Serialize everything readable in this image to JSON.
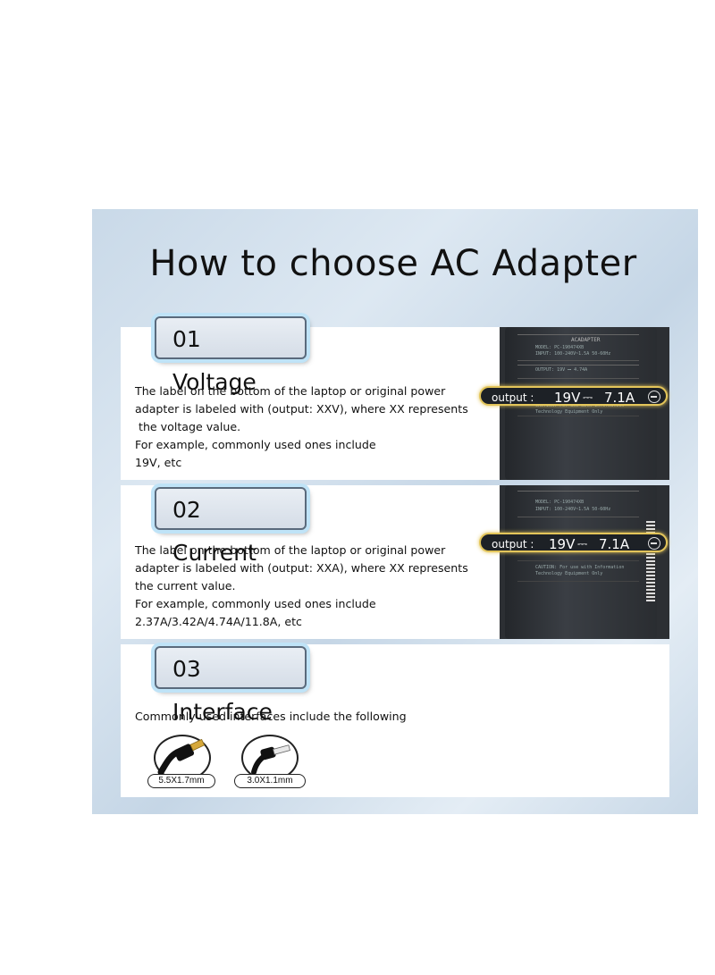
{
  "title": "How to choose AC Adapter",
  "sections": [
    {
      "heading": "01 Voltage",
      "lines": [
        "The label on the bottom of the laptop or original power",
        "adapter is labeled with (output: XXV), where XX represents",
        " the voltage value.",
        "For example, commonly used ones include",
        "19V, etc"
      ]
    },
    {
      "heading": "02 Current",
      "lines": [
        "The label on the bottom of the laptop or original power",
        "adapter is labeled with (output: XXA), where XX represents",
        "the current value.",
        "For example, commonly used ones include",
        "2.37A/3.42A/4.74A/11.8A, etc"
      ]
    },
    {
      "heading": "03 Interface",
      "lines": [
        "Commonly used interfaces include the following"
      ]
    }
  ],
  "label_badge": {
    "prefix": "output :",
    "voltage": "19V",
    "dc_symbol": "⎓",
    "current": "7.1A"
  },
  "adapter_label": {
    "brand": "ACADAPTER",
    "model": "MODEL: PC-190474XB",
    "input": "INPUT: 100-240V~1.5A 50-60Hz",
    "output": "OUTPUT: 19V ⎓ 4.74A",
    "caution": "CAUTION: For use with Information Technology Equipment Only"
  },
  "connectors": [
    {
      "size": "5.5X1.7mm",
      "icon": "barrel-plug-icon"
    },
    {
      "size": "3.0X1.1mm",
      "icon": "barrel-plug-icon"
    }
  ]
}
